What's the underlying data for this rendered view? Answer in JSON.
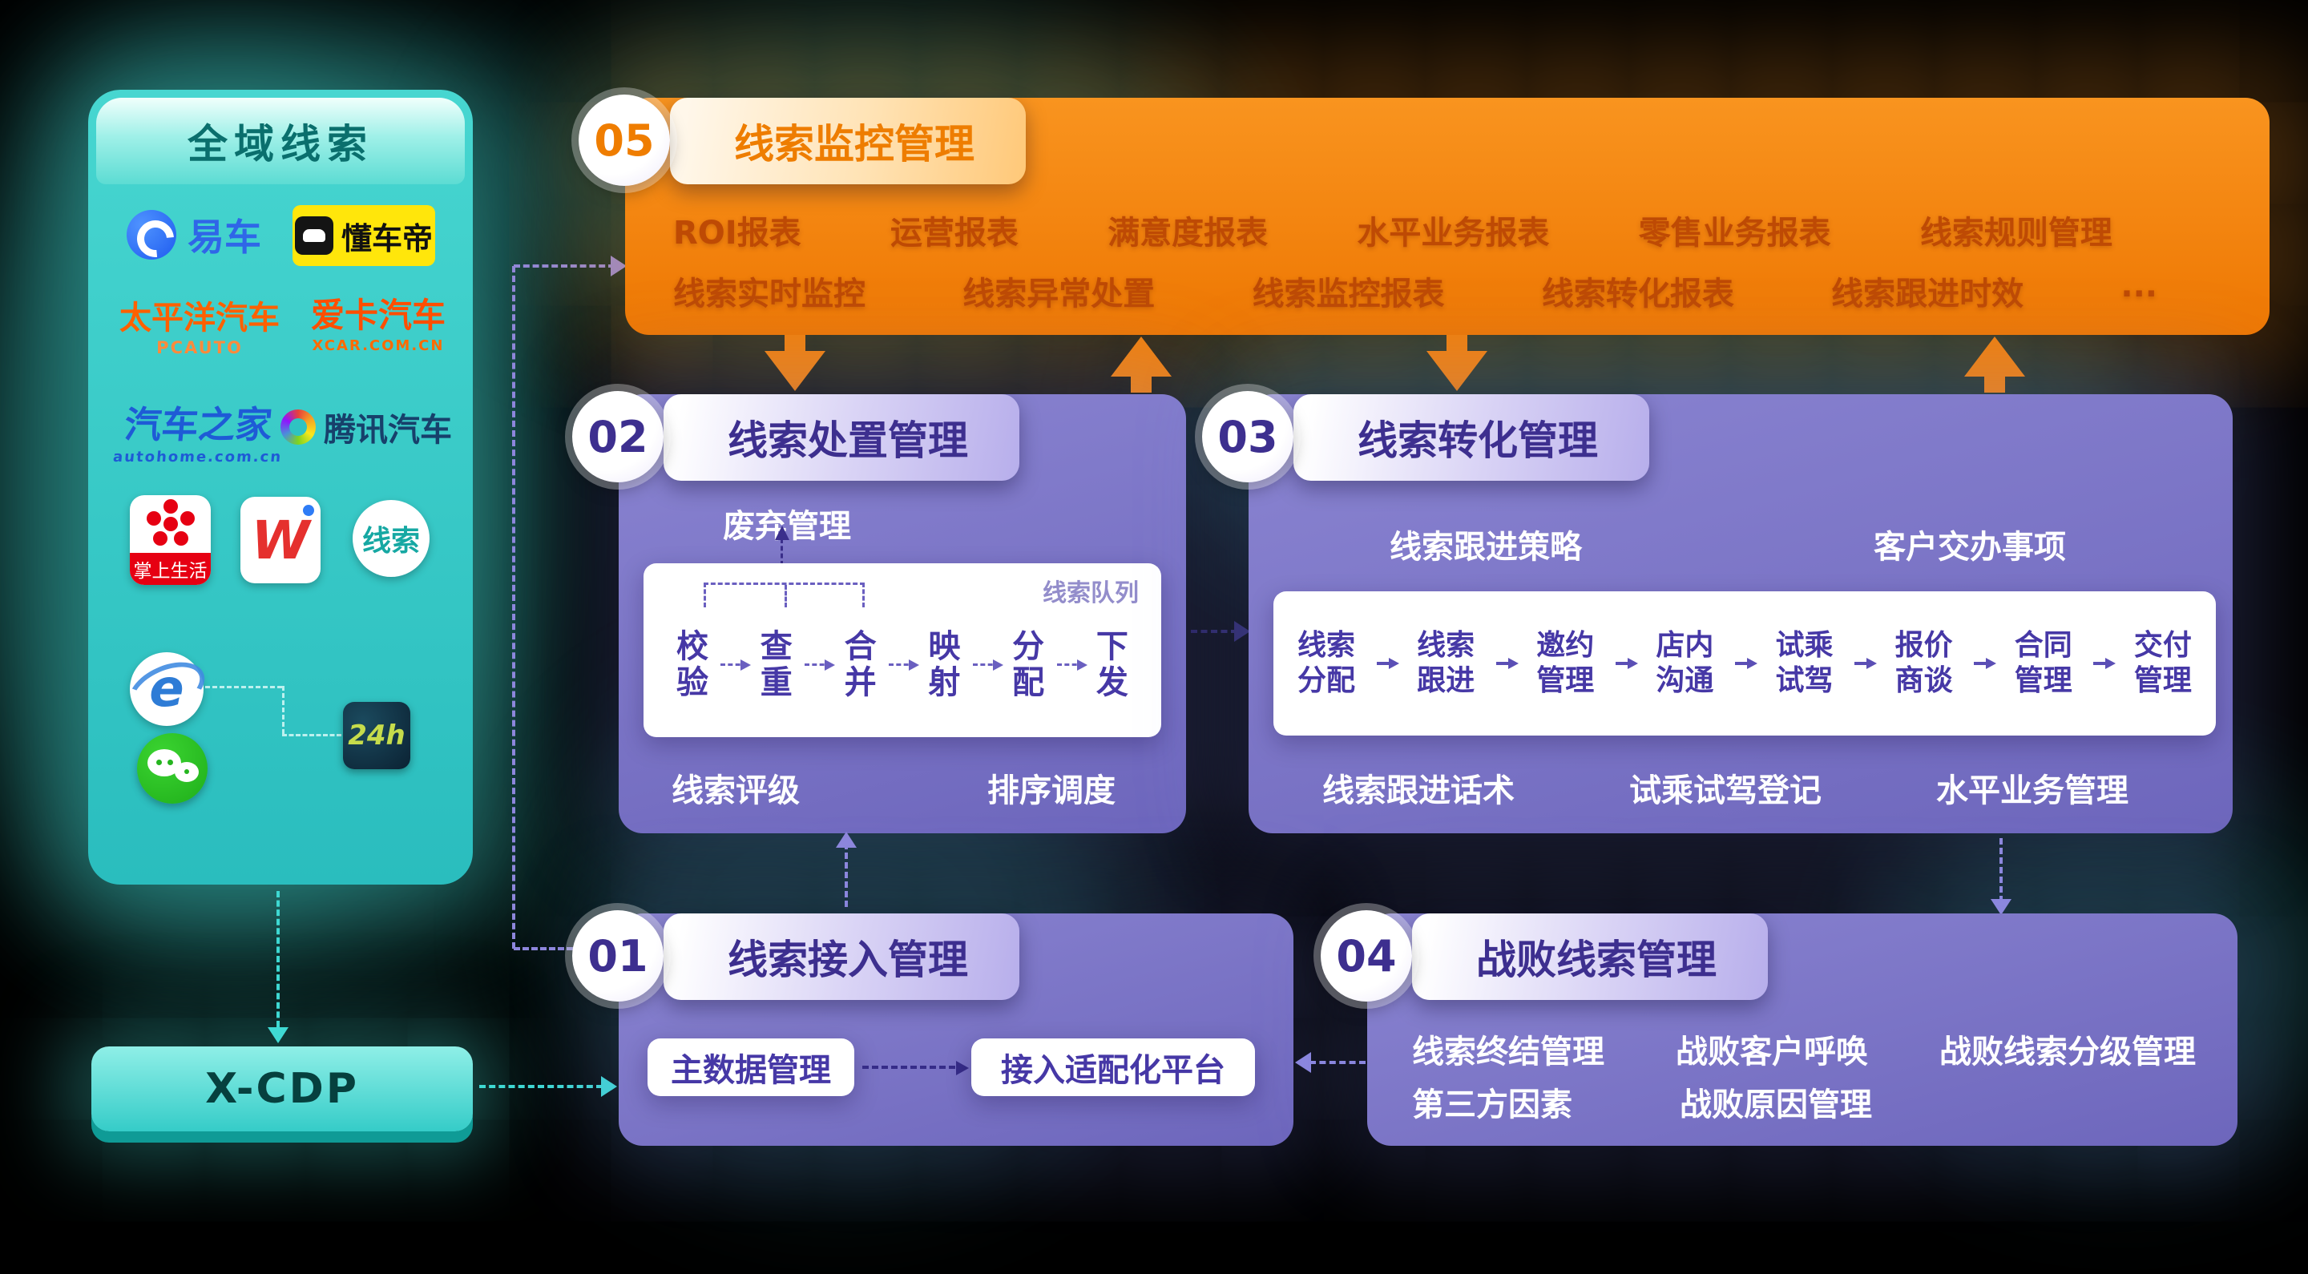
{
  "colors": {
    "background": "#000000",
    "teal": "#2FC8C6",
    "teal_light": "#A9F2EA",
    "orange": "#F2800A",
    "orange_item_text": "#BE4A04",
    "purple_panel": "#756EC3",
    "purple_deep": "#3D2F8F",
    "white_box_text": "#4638A6"
  },
  "source_panel": {
    "title": "全域线索",
    "logos": {
      "yiche": {
        "label": "易车"
      },
      "dongchedi": {
        "label": "懂车帝"
      },
      "pcauto": {
        "label": "太平洋汽车",
        "sub": "PCAUTO"
      },
      "xcar": {
        "label": "爱卡汽车",
        "sub": "XCAR.COM.CN"
      },
      "autohome": {
        "label": "汽车之家",
        "sub": "autohome.com.cn"
      },
      "tencent": {
        "label": "腾讯汽车"
      },
      "zhangshang": {
        "label": "掌上生活"
      },
      "wapp": {
        "label": "W"
      },
      "xiansuo": {
        "label": "线索"
      },
      "ie": {
        "label": "e"
      },
      "h24": {
        "label": "24h"
      }
    }
  },
  "xcdp": {
    "label": "X-CDP"
  },
  "panel05": {
    "badge": "05",
    "title": "线索监控管理",
    "row1": [
      "ROI报表",
      "运营报表",
      "满意度报表",
      "水平业务报表",
      "零售业务报表",
      "线索规则管理"
    ],
    "row2": [
      "线索实时监控",
      "线索异常处置",
      "线索监控报表",
      "线索转化报表",
      "线索跟进时效",
      "..."
    ]
  },
  "panel02": {
    "badge": "02",
    "title": "线索处置管理",
    "discard_label": "废弃管理",
    "queue_label": "线索队列",
    "steps": [
      "校验",
      "查重",
      "合并",
      "映射",
      "分配",
      "下发"
    ],
    "bottom": [
      "线索评级",
      "排序调度"
    ]
  },
  "panel03": {
    "badge": "03",
    "title": "线索转化管理",
    "top": [
      "线索跟进策略",
      "客户交办事项"
    ],
    "steps": [
      "线索分配",
      "线索跟进",
      "邀约管理",
      "店内沟通",
      "试乘试驾",
      "报价商谈",
      "合同管理",
      "交付管理"
    ],
    "bottom": [
      "线索跟进话术",
      "试乘试驾登记",
      "水平业务管理"
    ]
  },
  "panel01": {
    "badge": "01",
    "title": "线索接入管理",
    "boxes": [
      "主数据管理",
      "接入适配化平台"
    ]
  },
  "panel04": {
    "badge": "04",
    "title": "战败线索管理",
    "row1": [
      "线索终结管理",
      "战败客户呼唤",
      "战败线索分级管理"
    ],
    "row2": [
      "第三方因素",
      "战败原因管理"
    ]
  }
}
